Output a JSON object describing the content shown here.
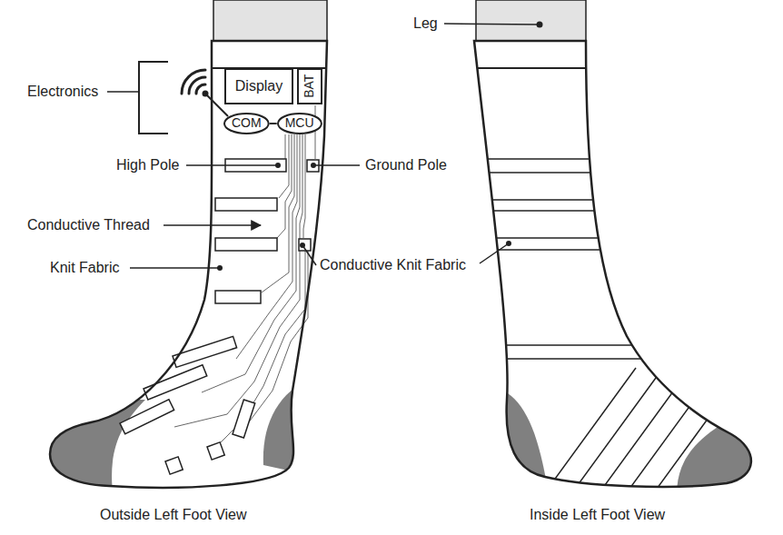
{
  "diagram": {
    "nodes": [
      {
        "text": [
          "Display"
        ]
      },
      {
        "text": [
          "BAT"
        ]
      },
      {
        "text": [
          "COM"
        ]
      },
      {
        "text": [
          "MCU"
        ]
      }
    ],
    "edges": [
      {
        "from": 2,
        "to": 3,
        "arrow": "none"
      }
    ],
    "labels": [
      "Electronics",
      "High Pole",
      "Ground Pole",
      "Conductive Thread",
      "Knit Fabric",
      "Conductive Knit Fabric",
      "Leg",
      "Outside Left Foot View",
      "Inside Left Foot View"
    ]
  }
}
